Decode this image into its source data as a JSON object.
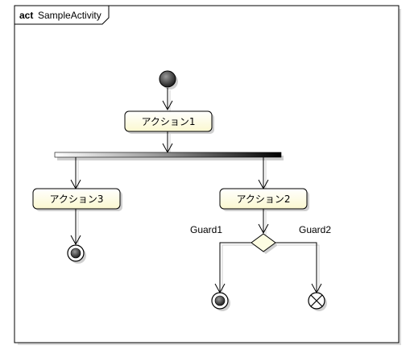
{
  "frame": {
    "keyword": "act",
    "name": "SampleActivity"
  },
  "nodes": {
    "action1": "アクション1",
    "action2": "アクション2",
    "action3": "アクション3"
  },
  "guards": {
    "guard1": "Guard1",
    "guard2": "Guard2"
  },
  "colors": {
    "action_fill": "#fdfde2",
    "action_border": "#000000",
    "node_dark": "#3b3b3b",
    "line": "#000000",
    "shadow": "#c9c9c9"
  }
}
